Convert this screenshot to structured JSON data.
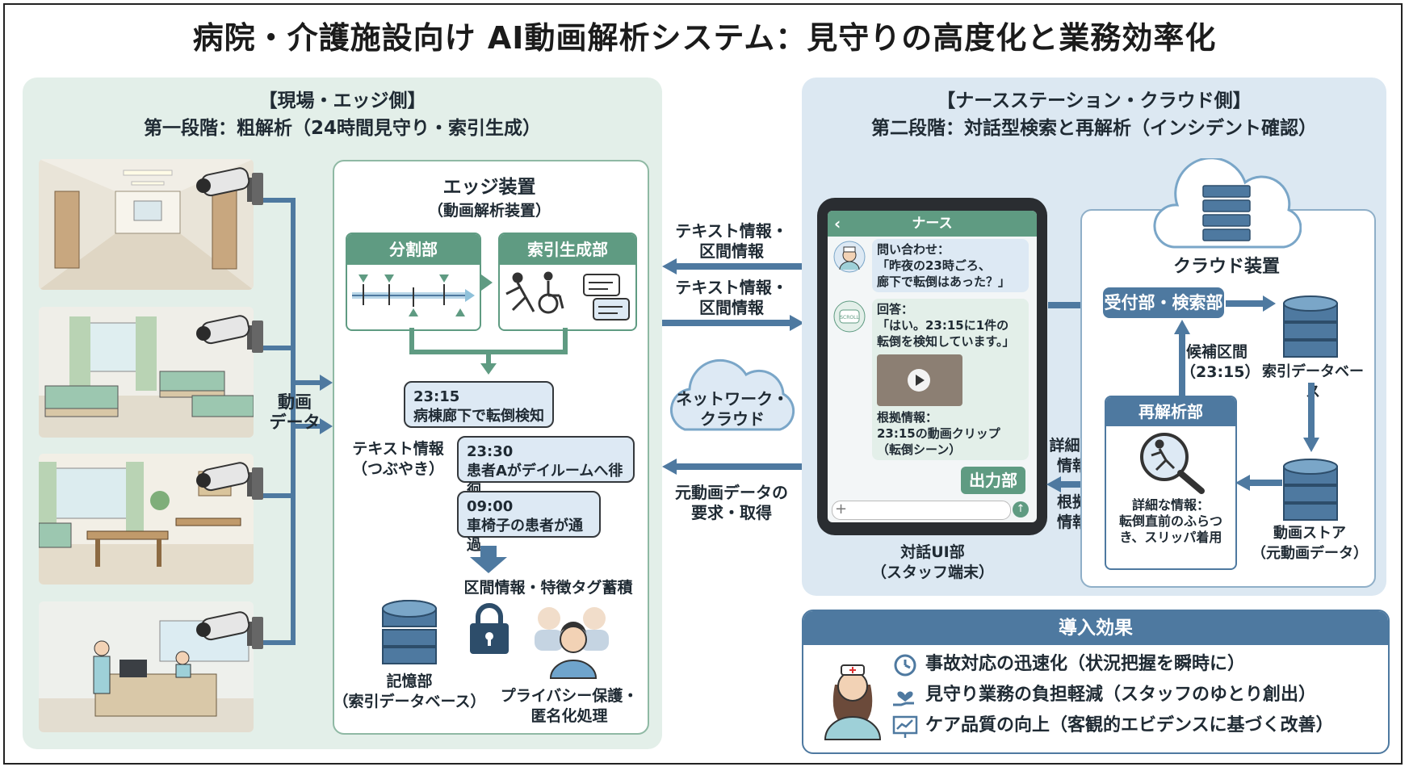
{
  "title": "病院・介護施設向け AI動画解析システム：見守りの高度化と業務効率化",
  "left": {
    "header1": "【現場・エッジ側】",
    "header2": "第一段階：粗解析（24時間見守り・索引生成）",
    "video_label": [
      "動画",
      "データ"
    ],
    "edge": {
      "title": "エッジ装置",
      "subtitle": "（動画解析装置）",
      "split_unit": "分割部",
      "index_unit": "索引生成部",
      "text_info_label": [
        "テキスト情報",
        "（つぶやき）"
      ],
      "bubbles": [
        {
          "time": "23:15",
          "text": "病棟廊下で転倒検知"
        },
        {
          "time": "23:30",
          "text": "患者Aがデイルームへ徘徊"
        },
        {
          "time": "09:00",
          "text": "車椅子の患者が通過"
        }
      ],
      "accumulate_label": "区間情報・特徴タグ蓄積",
      "memory_label": [
        "記憶部",
        "（索引データベース）"
      ],
      "privacy_label": [
        "プライバシー保護・",
        "匿名化処理"
      ]
    }
  },
  "middle": {
    "arrow1_label": [
      "テキスト情報・",
      "区間情報"
    ],
    "arrow2_label": [
      "テキスト情報・",
      "区間情報"
    ],
    "network": [
      "ネットワーク・",
      "クラウド"
    ],
    "arrow3_label": [
      "元動画データの",
      "要求・取得"
    ]
  },
  "right": {
    "header1": "【ナースステーション・クラウド側】",
    "header2": "第二段階：対話型検索と再解析（インシデント確認）",
    "chat": {
      "app_title": "ナース",
      "question": [
        "問い合わせ：",
        "「昨夜の23時ごろ、",
        "廊下で転倒はあった？」"
      ],
      "answer": [
        "回答：",
        "「はい。23:15に1件の",
        "転倒を検知しています。」"
      ],
      "evidence": [
        "根拠情報：",
        "23:15の動画クリップ",
        "（転倒シーン）"
      ],
      "output_unit": "出力部",
      "robot_label": "SCROLL"
    },
    "dialog_ui_label": [
      "対話UI部",
      "（スタッフ端末）"
    ],
    "detail_label": [
      "詳細な",
      "情報"
    ],
    "basis_label": [
      "根拠",
      "情報"
    ],
    "cloud": {
      "title": "クラウド装置",
      "reception": "受付部・検索部",
      "candidate": [
        "候補区間",
        "（23:15）"
      ],
      "index_db": "索引データベース",
      "reanalysis": "再解析部",
      "detail_info": [
        "詳細な情報：",
        "転倒直前のふらつ",
        "き、スリッパ着用"
      ],
      "video_store": [
        "動画ストア",
        "（元動画データ）"
      ]
    }
  },
  "effects": {
    "title": "導入効果",
    "items": [
      "事故対応の迅速化（状況把握を瞬時に）",
      "見守り業務の負担軽減（スタッフのゆとり創出）",
      "ケア品質の向上（客観的エビデンスに基づく改善）"
    ]
  },
  "colors": {
    "green": "#5f9b82",
    "blue": "#4e79a0",
    "left_bg": "#e3efe9",
    "right_bg": "#dce8f2"
  }
}
